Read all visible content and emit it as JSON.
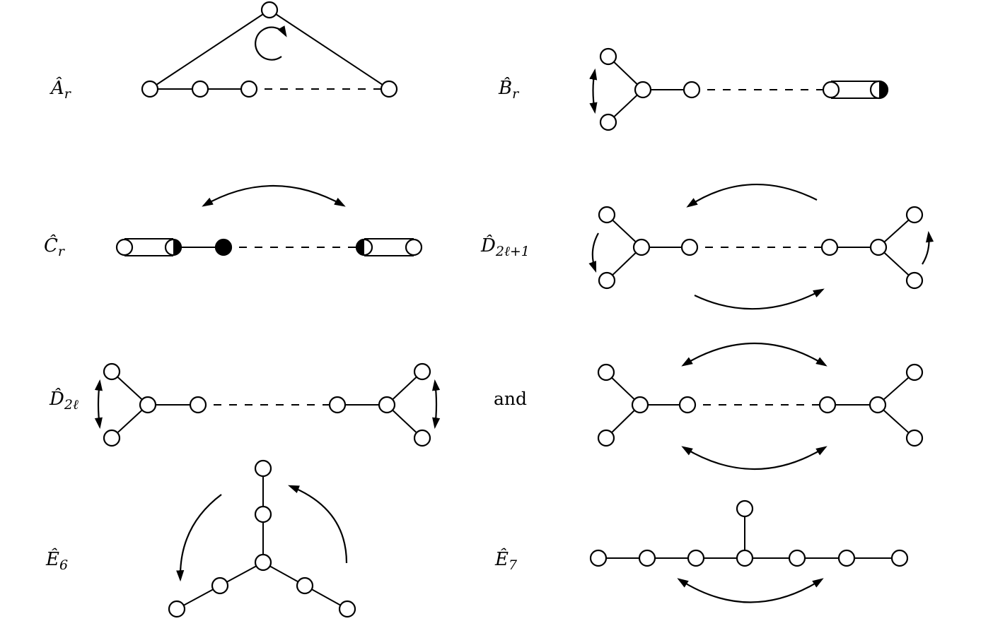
{
  "diagrams": [
    {
      "id": "A_r",
      "label": "Â",
      "sub": "r"
    },
    {
      "id": "B_r",
      "label": "B̂",
      "sub": "r"
    },
    {
      "id": "C_r",
      "label": "Ĉ",
      "sub": "r"
    },
    {
      "id": "D_2l+1",
      "label": "D̂",
      "sub": "2ℓ+1"
    },
    {
      "id": "D_2l",
      "label": "D̂",
      "sub": "2ℓ"
    },
    {
      "id": "D_2l_alt",
      "label": "and",
      "sub": ""
    },
    {
      "id": "E_6",
      "label": "Ê",
      "sub": "6"
    },
    {
      "id": "E_7",
      "label": "Ê",
      "sub": "7"
    }
  ]
}
